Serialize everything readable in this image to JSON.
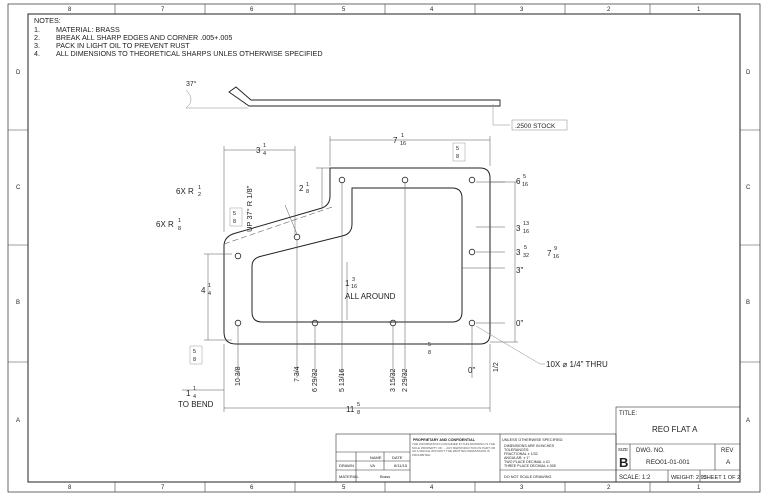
{
  "zones": {
    "columns": [
      "8",
      "7",
      "6",
      "5",
      "4",
      "3",
      "2",
      "1"
    ],
    "rows": [
      "D",
      "C",
      "B",
      "A"
    ]
  },
  "notes": {
    "title": "NOTES:",
    "items": [
      {
        "n": "1.",
        "text": "MATERIAL: BRASS"
      },
      {
        "n": "2.",
        "text": "BREAK ALL SHARP EDGES AND CORNER .005+.005"
      },
      {
        "n": "3.",
        "text": "PACK IN LIGHT OIL TO PREVENT RUST"
      },
      {
        "n": "4.",
        "text": "ALL DIMENSIONS TO THEORETICAL SHARPS UNLES OTHERWISE SPECIFIED"
      }
    ]
  },
  "side_view": {
    "angle": "37°",
    "stock": ".2500 STOCK"
  },
  "dims": {
    "top_width": {
      "whole": "7",
      "num": "1",
      "den": "16"
    },
    "left_offset": {
      "whole": "3",
      "num": "1",
      "den": "4"
    },
    "slot_radius": {
      "num": "5",
      "den": "8"
    },
    "step_height": {
      "whole": "2",
      "num": "1",
      "den": "8"
    },
    "bend_note": "UP  37°  R 1/8\"",
    "corner_radius_a": {
      "label": "6X R",
      "num": "1",
      "den": "2"
    },
    "corner_radius_b": {
      "label": "6X R",
      "num": "1",
      "den": "8"
    },
    "right_a": {
      "whole": "6",
      "num": "5",
      "den": "16"
    },
    "right_b": {
      "whole": "3",
      "num": "13",
      "den": "16"
    },
    "right_c": {
      "whole": "3",
      "num": "5",
      "den": "32"
    },
    "right_d": "3\"",
    "right_zero": "0\"",
    "overall_height": {
      "whole": "7",
      "num": "9",
      "den": "16"
    },
    "left_height": {
      "whole": "4",
      "num": "1",
      "den": "4"
    },
    "inner_radius": {
      "whole": "1",
      "num": "3",
      "den": "16"
    },
    "all_around": "ALL AROUND",
    "hole_edge": {
      "num": "5",
      "den": "8"
    },
    "bottom_edge": {
      "num": "5",
      "den": "8"
    },
    "hole_note": "10X ⌀ 1/4\" THRU",
    "bottom_zero": "0\"",
    "x_dims": [
      "10 3/8",
      "7 3/4",
      "6 29/32",
      "5 13/16",
      "3 15/32",
      "2 29/32",
      "1/2"
    ],
    "bend_dist": {
      "whole": "1",
      "num": "1",
      "den": "4"
    },
    "to_bend": "TO BEND",
    "overall_width": {
      "whole": "11",
      "num": "5",
      "den": "8"
    }
  },
  "title_block": {
    "title_label": "TITLE:",
    "title": "REO FLAT A",
    "proprietary_head": "PROPRIETARY AND CONFIDENTIAL",
    "proprietary_body": "THE INFORMATION CONTAINED IN THIS DRAWING IS THE SOLE PROPERTY OF ... ANY REPRODUCTION IN PART OR AS A WHOLE WITHOUT THE WRITTEN PERMISSION IS PROHIBITED.",
    "unless_head": "UNLESS OTHERWISE SPECIFIED:",
    "tolerance_lines": [
      "DIMENSIONS ARE IN INCHES",
      "TOLERANCES:",
      "FRACTIONAL ± 1/32",
      "ANGULAR: ± 1°",
      "TWO PLACE DECIMAL  ±.01",
      "THREE PLACE DECIMAL ±.005"
    ],
    "do_not_scale": "DO NOT SCALE DRAWING",
    "name_col": "NAME",
    "date_col": "DATE",
    "drawn_label": "DRAWN",
    "drawn_name": "VA",
    "drawn_date": "8/11/15",
    "material_label": "MATERIAL",
    "material_value": "Brass",
    "size_label": "SIZE",
    "size": "B",
    "dwg_label": "DWG.  NO.",
    "dwg_no": "REO01-01-001",
    "rev_label": "REV",
    "rev": "A",
    "scale": "SCALE: 1:2",
    "weight": "WEIGHT: 2.93",
    "sheet": "SHEET 1 OF 2"
  },
  "colors": {
    "line": "#222222",
    "dim": "#555555",
    "leader_gray": "#888888"
  }
}
